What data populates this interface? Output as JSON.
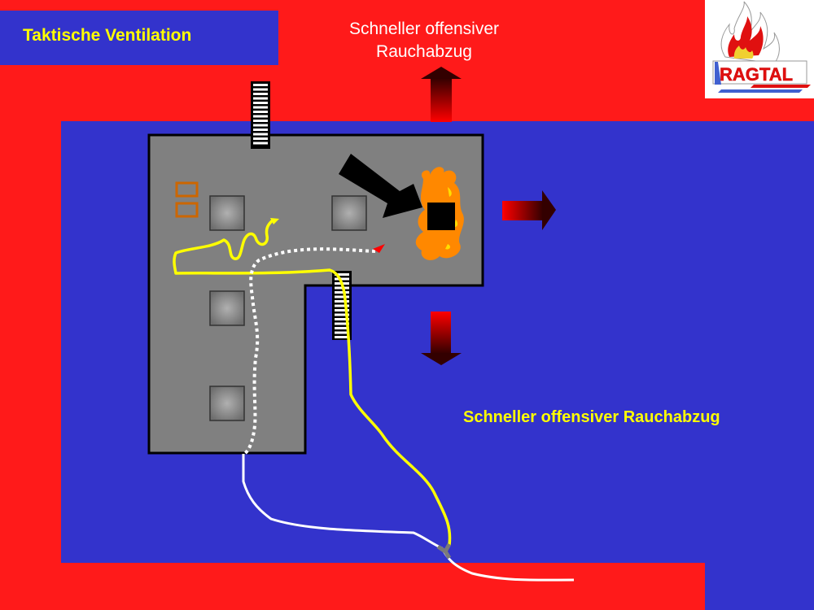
{
  "slide": {
    "title": "Taktische Ventilation",
    "top_caption_line1": "Schneller offensiver",
    "top_caption_line2": "Rauchabzug",
    "side_caption": "Schneller offensiver Rauchabzug",
    "logo_text": "RAGTAL"
  },
  "colors": {
    "outside_red": "#ff1a1a",
    "inside_blue": "#3333cc",
    "floor_gray": "#808080",
    "title_yellow": "#ffff00",
    "flame_orange": "#ff8800",
    "hose_yellow": "#ffff00",
    "hose_white": "#ffffff"
  },
  "diagram": {
    "icons": [
      "ladder-icon",
      "fan-arrow-icon",
      "fire-icon",
      "smoke-exit-arrow-icon",
      "pillar-icon",
      "door-icon",
      "hose-icon",
      "coupling-icon"
    ],
    "smoke_exit_arrows": [
      "up",
      "right",
      "down"
    ]
  }
}
